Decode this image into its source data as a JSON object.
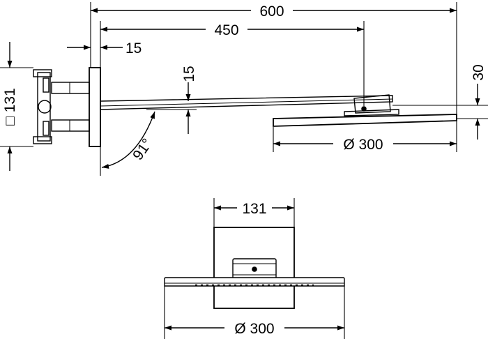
{
  "dimensions": {
    "overall_length": "600",
    "arm_to_head_center": "450",
    "plate_thickness": "15",
    "arm_height": "15",
    "head_thickness": "30",
    "box_size": "□ 131",
    "arm_angle": "91°",
    "head_diameter_side": "Ø 300",
    "plate_width": "131",
    "head_diameter_top": "Ø 300"
  }
}
